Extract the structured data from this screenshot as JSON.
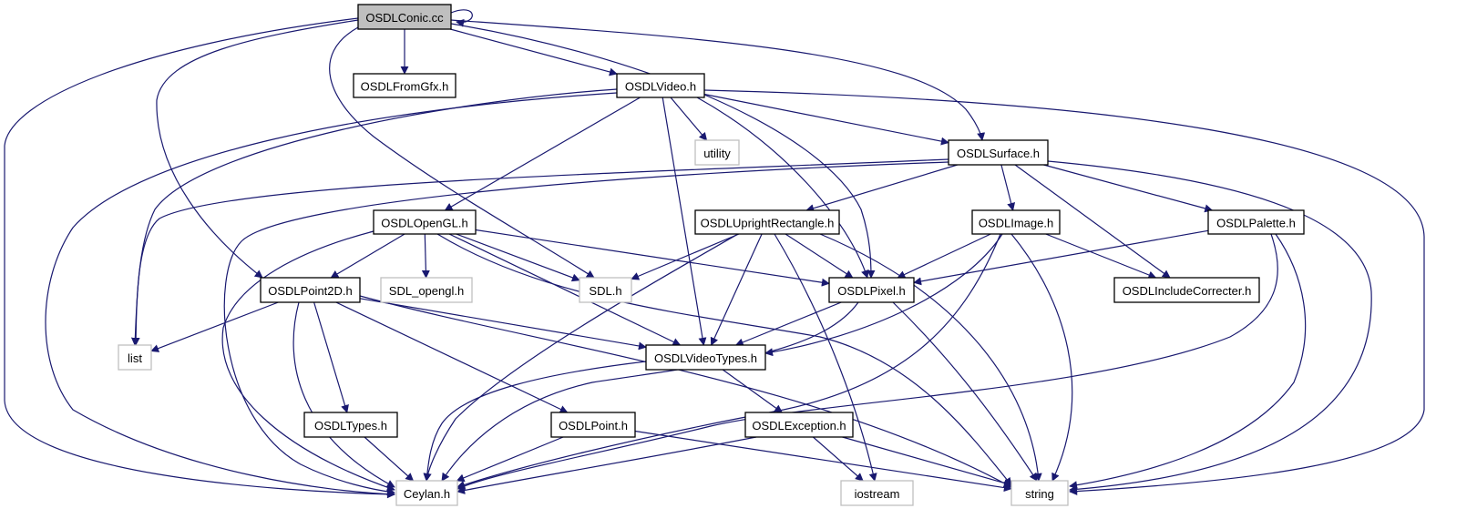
{
  "title": "",
  "colors": {
    "edge": "#191970",
    "node_border": "#000000",
    "external_border": "#bfbfbf",
    "root_fill": "#bfbfbf",
    "background": "#ffffff"
  },
  "nodes": {
    "conic": {
      "label": "OSDLConic.cc",
      "kind": "root"
    },
    "fromgfx": {
      "label": "OSDLFromGfx.h",
      "kind": "file"
    },
    "video": {
      "label": "OSDLVideo.h",
      "kind": "file"
    },
    "utility": {
      "label": "utility",
      "kind": "external"
    },
    "surface": {
      "label": "OSDLSurface.h",
      "kind": "file"
    },
    "opengl": {
      "label": "OSDLOpenGL.h",
      "kind": "file"
    },
    "upright": {
      "label": "OSDLUprightRectangle.h",
      "kind": "file"
    },
    "image": {
      "label": "OSDLImage.h",
      "kind": "file"
    },
    "palette": {
      "label": "OSDLPalette.h",
      "kind": "file"
    },
    "point2d": {
      "label": "OSDLPoint2D.h",
      "kind": "file"
    },
    "sdlopengl": {
      "label": "SDL_opengl.h",
      "kind": "external"
    },
    "sdl": {
      "label": "SDL.h",
      "kind": "external"
    },
    "pixel": {
      "label": "OSDLPixel.h",
      "kind": "file"
    },
    "inccorr": {
      "label": "OSDLIncludeCorrecter.h",
      "kind": "file"
    },
    "list": {
      "label": "list",
      "kind": "external"
    },
    "videotypes": {
      "label": "OSDLVideoTypes.h",
      "kind": "file"
    },
    "types": {
      "label": "OSDLTypes.h",
      "kind": "file"
    },
    "point": {
      "label": "OSDLPoint.h",
      "kind": "file"
    },
    "exception": {
      "label": "OSDLException.h",
      "kind": "file"
    },
    "ceylan": {
      "label": "Ceylan.h",
      "kind": "external"
    },
    "iostream": {
      "label": "iostream",
      "kind": "external"
    },
    "string": {
      "label": "string",
      "kind": "external"
    }
  },
  "edges": [
    [
      "conic",
      "conic"
    ],
    [
      "conic",
      "fromgfx"
    ],
    [
      "conic",
      "video"
    ],
    [
      "conic",
      "surface"
    ],
    [
      "conic",
      "point2d"
    ],
    [
      "conic",
      "sdl"
    ],
    [
      "conic",
      "pixel"
    ],
    [
      "conic",
      "ceylan"
    ],
    [
      "video",
      "utility"
    ],
    [
      "video",
      "surface"
    ],
    [
      "video",
      "opengl"
    ],
    [
      "video",
      "pixel"
    ],
    [
      "video",
      "videotypes"
    ],
    [
      "video",
      "list"
    ],
    [
      "video",
      "ceylan"
    ],
    [
      "video",
      "string"
    ],
    [
      "surface",
      "upright"
    ],
    [
      "surface",
      "image"
    ],
    [
      "surface",
      "palette"
    ],
    [
      "surface",
      "inccorr"
    ],
    [
      "surface",
      "list"
    ],
    [
      "surface",
      "ceylan"
    ],
    [
      "surface",
      "string"
    ],
    [
      "opengl",
      "point2d"
    ],
    [
      "opengl",
      "sdlopengl"
    ],
    [
      "opengl",
      "sdl"
    ],
    [
      "opengl",
      "pixel"
    ],
    [
      "opengl",
      "videotypes"
    ],
    [
      "opengl",
      "ceylan"
    ],
    [
      "opengl",
      "string"
    ],
    [
      "upright",
      "sdl"
    ],
    [
      "upright",
      "pixel"
    ],
    [
      "upright",
      "videotypes"
    ],
    [
      "upright",
      "ceylan"
    ],
    [
      "upright",
      "iostream"
    ],
    [
      "upright",
      "string"
    ],
    [
      "image",
      "pixel"
    ],
    [
      "image",
      "videotypes"
    ],
    [
      "image",
      "inccorr"
    ],
    [
      "image",
      "ceylan"
    ],
    [
      "image",
      "string"
    ],
    [
      "palette",
      "pixel"
    ],
    [
      "palette",
      "ceylan"
    ],
    [
      "palette",
      "string"
    ],
    [
      "point2d",
      "list"
    ],
    [
      "point2d",
      "videotypes"
    ],
    [
      "point2d",
      "types"
    ],
    [
      "point2d",
      "point"
    ],
    [
      "point2d",
      "ceylan"
    ],
    [
      "point2d",
      "string"
    ],
    [
      "pixel",
      "videotypes"
    ],
    [
      "pixel",
      "ceylan"
    ],
    [
      "pixel",
      "string"
    ],
    [
      "videotypes",
      "exception"
    ],
    [
      "videotypes",
      "ceylan"
    ],
    [
      "types",
      "ceylan"
    ],
    [
      "point",
      "ceylan"
    ],
    [
      "point",
      "string"
    ],
    [
      "exception",
      "ceylan"
    ],
    [
      "exception",
      "iostream"
    ],
    [
      "exception",
      "string"
    ]
  ]
}
